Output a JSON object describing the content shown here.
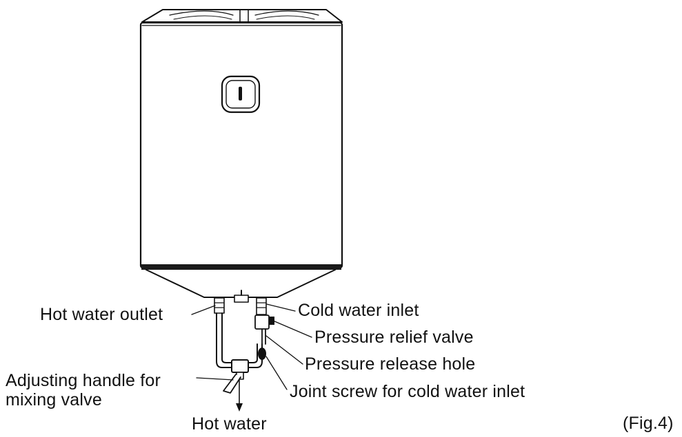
{
  "labels": {
    "hot_water_outlet": "Hot water outlet",
    "cold_water_inlet": "Cold water inlet",
    "pressure_relief_valve": "Pressure relief valve",
    "pressure_release_hole": "Pressure release hole",
    "adjusting_handle_line1": "Adjusting handle for",
    "adjusting_handle_line2": "mixing valve",
    "joint_screw": "Joint screw for cold water inlet",
    "hot_water": "Hot water",
    "figure_number": "(Fig.4)"
  },
  "colors": {
    "ink": "#111111",
    "tank_fill": "#ffffff",
    "bottom_band": "#1a1a1a"
  }
}
